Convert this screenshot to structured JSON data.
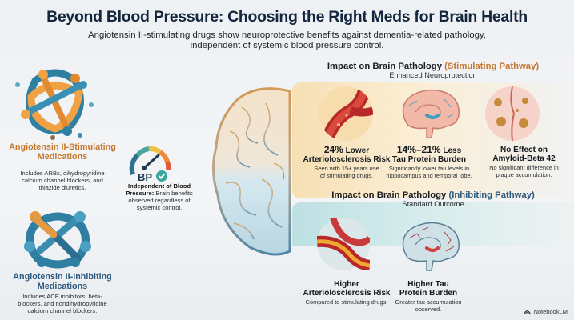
{
  "header": {
    "title": "Beyond Blood Pressure: Choosing the Right Meds for Brain Health",
    "subtitle_line1": "Angiotensin II-stimulating drugs show neuroprotective benefits against dementia-related pathology,",
    "subtitle_line2": "independent of systemic blood pressure control."
  },
  "left": {
    "stimulating": {
      "icon": "knot-molecule-orange-icon",
      "title_line1": "Angiotensin II-Stimulating",
      "title_line2": "Medications",
      "desc_line1": "Includes ARBs, dihydropyridine",
      "desc_line2": "calcium channel blockers, and",
      "desc_line3": "thiazide diuretics.",
      "color": "#c4772e"
    },
    "inhibiting": {
      "icon": "knot-molecule-blue-icon",
      "title_line1": "Angiotensin II-Inhibiting",
      "title_line2": "Medications",
      "desc_line1": "Includes ACE inhibitors, beta-",
      "desc_line2": "blockers, and nondihydropyridine",
      "desc_line3": "calcium channel blockers.",
      "color": "#2d5a80"
    },
    "bp": {
      "icon": "bp-gauge-check-icon",
      "gauge_label": "BP",
      "bold_line1": "Independent of Blood",
      "bold_line2": "Pressure:",
      "text_line2": " Brain benefits",
      "text_line3": "observed regardless of",
      "text_line4": "systemic control."
    }
  },
  "stimulating_pathway": {
    "heading_prefix": "Impact on Brain Pathology ",
    "heading_highlight": "(Stimulating Pathway)",
    "subheading": "Enhanced Neuroprotection",
    "cards": [
      {
        "icon": "artery-icon",
        "big": "24%",
        "title_rest": " Lower",
        "title_line2": "Arteriolosclerosis Risk",
        "desc_line1": "Seen with 15+ years use",
        "desc_line2": "of stimulating drugs."
      },
      {
        "icon": "brain-tau-icon",
        "big": "14%–21%",
        "title_rest": " Less",
        "title_line2": "Tau Protein Burden",
        "desc_line1": "Significantly lower tau levels in",
        "desc_line2": "hippocampus and temporal lobe."
      },
      {
        "icon": "amyloid-plaque-icon",
        "big": "",
        "title_rest": "No Effect on",
        "title_line2": "Amyloid-Beta 42",
        "desc_line1": "No significant difference in",
        "desc_line2": "plaque accumulation."
      }
    ]
  },
  "inhibiting_pathway": {
    "heading_prefix": "Impact on Brain Pathology ",
    "heading_highlight": "(Inhibiting Pathway)",
    "subheading": "Standard Outcome",
    "cards": [
      {
        "icon": "artery-plaque-icon",
        "title_line1": "Higher",
        "title_line2": "Arteriolosclerosis Risk",
        "desc_line1": "Compared to stimulating drugs.",
        "desc_line2": ""
      },
      {
        "icon": "brain-tau-high-icon",
        "title_line1": "Higher Tau",
        "title_line2": "Protein Burden",
        "desc_line1": "Greater tau accumulation",
        "desc_line2": "observed."
      }
    ]
  },
  "footer": {
    "brand": "NotebookLM"
  },
  "colors": {
    "title": "#14263d",
    "stimulating": "#c4772e",
    "inhibiting": "#2d5a80",
    "warm_panel": "#f6dfb3",
    "cool_panel": "#bde0e3"
  }
}
